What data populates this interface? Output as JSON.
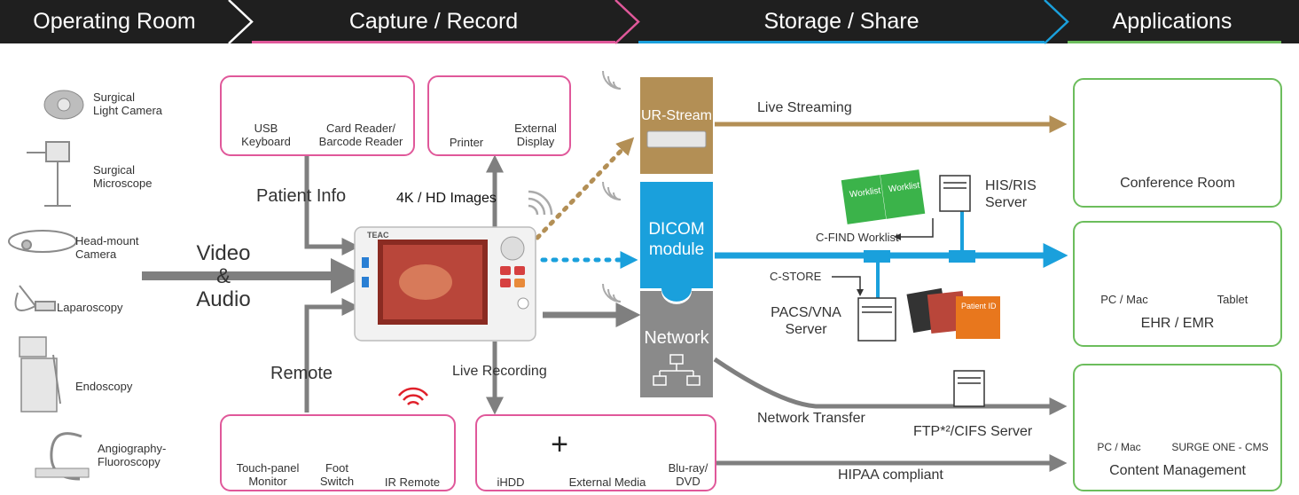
{
  "colors": {
    "header_bg": "#1f1f1f",
    "pink": "#e0589a",
    "blue": "#1aa0dc",
    "green": "#6cbd5c",
    "gold": "#b38f55",
    "gray_module": "#8a8a8a",
    "arrow_gray": "#7f7f7f"
  },
  "header": {
    "operating_room": "Operating Room",
    "capture_record": "Capture / Record",
    "storage_share": "Storage / Share",
    "applications": "Applications"
  },
  "sources": {
    "surgical_light_camera": "Surgical\nLight Camera",
    "surgical_microscope": "Surgical\nMicroscope",
    "head_mount_camera": "Head-mount\nCamera",
    "laparoscopy": "Laparoscopy",
    "endoscopy": "Endoscopy",
    "angiography": "Angiography-\nFluoroscopy"
  },
  "input_box": {
    "usb_keyboard": "USB\nKeyboard",
    "card_reader": "Card Reader/\nBarcode Reader"
  },
  "output_box": {
    "printer": "Printer",
    "external_display": "External\nDisplay"
  },
  "remote_box": {
    "touch_panel": "Touch-panel\nMonitor",
    "foot_switch": "Foot\nSwitch",
    "ir_remote": "IR Remote"
  },
  "media_box": {
    "ihdd": "iHDD",
    "external_media": "External Media",
    "bluray": "Blu-ray/\nDVD",
    "plus": "+"
  },
  "flow_labels": {
    "patient_info": "Patient Info",
    "images_4k": "4K / HD Images",
    "video": "Video",
    "amp": "&",
    "audio": "Audio",
    "remote": "Remote",
    "live_recording": "Live Recording",
    "live_streaming": "Live Streaming",
    "network_transfer": "Network Transfer",
    "hipaa": "HIPAA compliant",
    "c_find": "C-FIND Worklist",
    "c_store": "C-STORE"
  },
  "device": {
    "brand": "TEAC"
  },
  "modules": {
    "ur_stream": "UR-Stream",
    "dicom_line1": "DICOM",
    "dicom_line2": "module",
    "network": "Network"
  },
  "servers": {
    "his_ris": "HIS/RIS\nServer",
    "pacs_vna": "PACS/VNA\nServer",
    "ftp_cifs": "FTP*²/CIFS Server",
    "worklist": "Worklist",
    "patient_id": "Patient ID"
  },
  "apps": {
    "conference_room": "Conference Room",
    "pc_mac": "PC / Mac",
    "tablet": "Tablet",
    "ehr_emr": "EHR / EMR",
    "pc_mac_2": "PC / Mac",
    "surge_one": "SURGE ONE - CMS",
    "content_management": "Content Management"
  }
}
